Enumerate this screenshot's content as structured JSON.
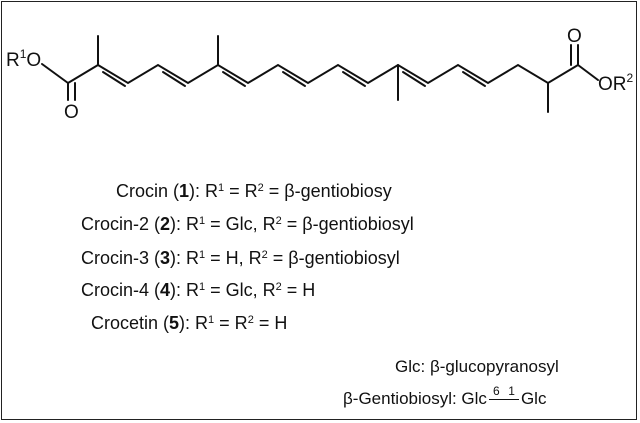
{
  "structure": {
    "atoms": {
      "r1_label": "R",
      "r1_sup": "1",
      "r1_o": "O",
      "carbonyl_left_o": "O",
      "carbonyl_right_o": "O",
      "r2_o": "O",
      "r2_label": "R",
      "r2_sup": "2"
    }
  },
  "compounds": [
    {
      "name": "Crocin (",
      "num": "1",
      "rest": "): R",
      "s1": "1",
      "mid": " = R",
      "s2": "2",
      "tail": " = β-gentiobiosy"
    },
    {
      "name": "Crocin-2 (",
      "num": "2",
      "rest": "): R",
      "s1": "1",
      "mid": " = Glc, R",
      "s2": "2",
      "tail": " = β-gentiobiosyl"
    },
    {
      "name": "Crocin-3 (",
      "num": "3",
      "rest": "): R",
      "s1": "1",
      "mid": " = H, R",
      "s2": "2",
      "tail": " = β-gentiobiosyl"
    },
    {
      "name": "Crocin-4 (",
      "num": "4",
      "rest": "): R",
      "s1": "1",
      "mid": " = Glc, R",
      "s2": "2",
      "tail": " = H"
    },
    {
      "name": "Crocetin (",
      "num": "5",
      "rest": "): R",
      "s1": "1",
      "mid": " = R",
      "s2": "2",
      "tail": " = H"
    }
  ],
  "legend": {
    "glc_line": "Glc: β-glucopyranosyl",
    "gentio_prefix": "β-Gentiobiosyl: Glc",
    "link_from": "6",
    "link_to": "1",
    "gentio_suffix": "Glc"
  }
}
